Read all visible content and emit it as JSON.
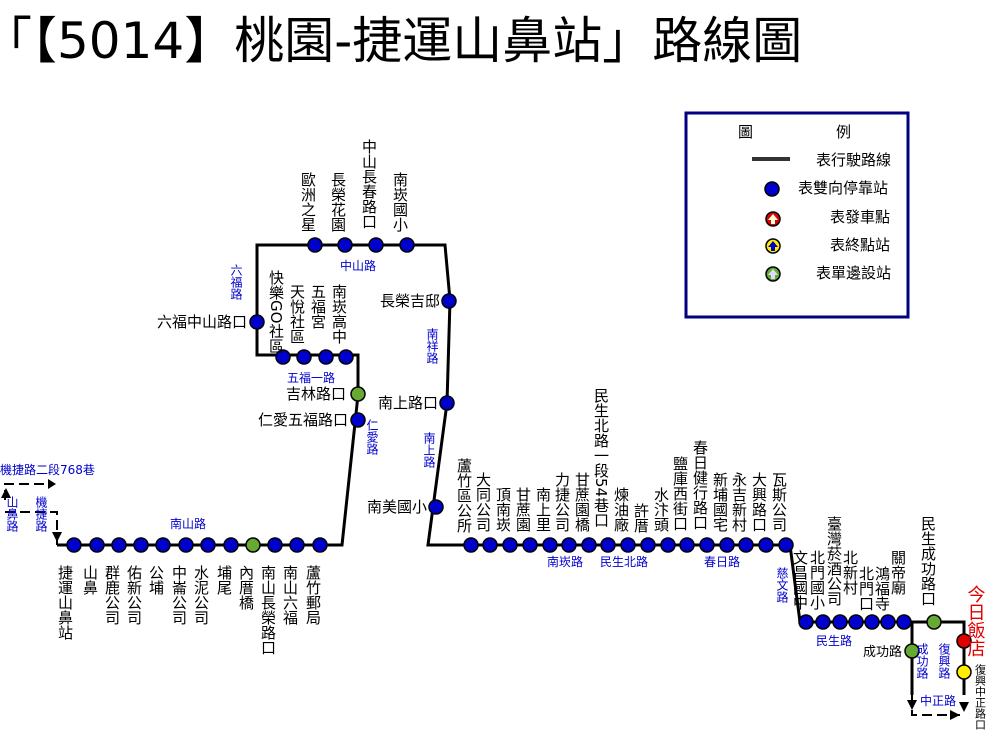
{
  "title": "「【5014】桃園-捷運山鼻站」路線圖",
  "legend": {
    "header_left": "圖",
    "header_right": "例",
    "items": [
      {
        "kind": "line",
        "label": "表行駛路線"
      },
      {
        "kind": "stop",
        "label": "表雙向停靠站"
      },
      {
        "kind": "start",
        "label": "表發車點"
      },
      {
        "kind": "end",
        "label": "表終點站"
      },
      {
        "kind": "oneway",
        "label": "表單邊設站"
      }
    ]
  },
  "colors": {
    "route": "#000000",
    "stop": "#0000cc",
    "start": "#e00000",
    "end": "#ffee00",
    "oneway": "#66aa33",
    "road_label": "#0000cc",
    "terminal_label": "#e00000"
  },
  "stops": {
    "ningxing": "捷運山鼻站",
    "shanbi": "山鼻",
    "qunlu": "群鹿公司",
    "youxin": "佑新公司",
    "gongpu": "公埔",
    "zhongzhi": "中崙公司",
    "shuini": "水泥公司",
    "puwei": "埔尾",
    "neicuoqiao": "內厝橋",
    "nanshanchangrong": "南山長榮路口",
    "nanshanliufu": "南山六福",
    "luzhuyouju": "蘆竹郵局",
    "nanmeiguoxiao": "南美國小",
    "nanshanglukou": "南上路口",
    "renaiwufu": "仁愛五福路口",
    "jilinlukou": "吉林路口",
    "changrongjidi": "長榮吉邸",
    "liufuzhongshan": "六福中山路口",
    "kuaile": "快樂GO社區",
    "tianyue": "天悅社區",
    "wufugong": "五福宮",
    "nankangaozhong": "南崁高中",
    "ouzhou": "歐洲之星",
    "changrong_garden": "長榮花園",
    "zhongshanchangchun": "中山長春路口",
    "nankanguoxiao": "南崁國小",
    "luzhudistrict": "蘆竹區公所",
    "datong": "大同公司",
    "dingnankan": "頂南崁",
    "ganzhe": "甘蔗園",
    "nanshangli": "南上里",
    "lijie": "力捷公司",
    "ganzheqiao": "甘蔗園橋",
    "minsheng54": "民生北路一段54巷口",
    "lianyou": "煉油廠",
    "xucuo": "許厝",
    "shuiwei": "水汴頭",
    "yanku": "鹽庫西街口",
    "chunri": "春日健行路口",
    "xinpu": "新埔國宅",
    "yongji": "永吉新村",
    "daxing": "大興路口",
    "wasi": "瓦斯公司",
    "wenchang": "文昌國中",
    "beimen": "北門國小",
    "taiwan": "臺灣菸酒公司",
    "beigongsi": "北新村",
    "beimenkou": "北門口",
    "hongfu": "鴻福寺",
    "guandi": "關帝廟",
    "minsheng_chenggong": "民生成功路口",
    "chenggonglu": "成功路",
    "jinri": "今日飯店",
    "fuxing_zhongzheng": "復興中正路口"
  },
  "roads": {
    "jieyun": "機捷路二段768巷",
    "shanbi_road": "山鼻路",
    "jieyun_road": "機捷路",
    "nanshan": "南山路",
    "renai": "仁愛路",
    "nanshang": "南上路",
    "nanxiang": "南祥路",
    "wufu": "五福一路",
    "liufu": "六福路",
    "zhongshan": "中山路",
    "nankan": "南崁路",
    "minsheng_north": "民生北路",
    "chunri_road": "春日路",
    "ciwen": "慈文路",
    "minsheng_road": "民生路",
    "chenggong": "成功路",
    "zhongzheng": "中正路",
    "fuxing": "復興路"
  }
}
